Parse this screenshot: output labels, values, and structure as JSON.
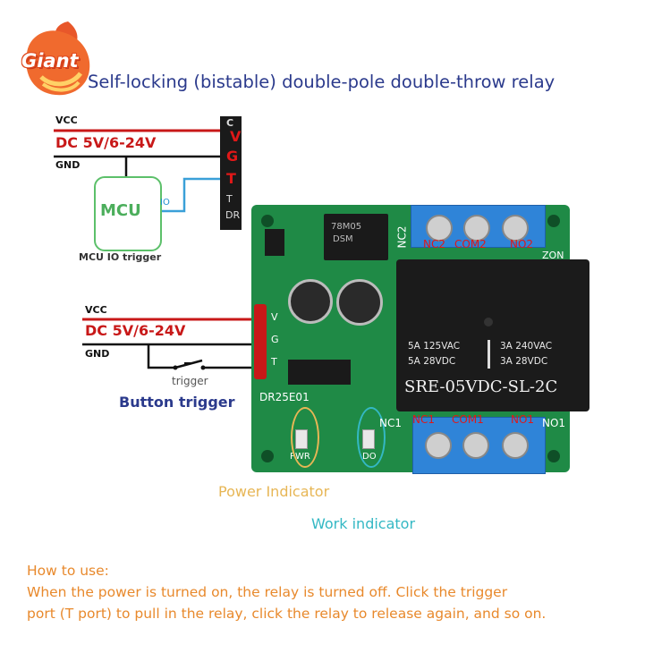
{
  "brand": {
    "logo_text": "Giant"
  },
  "title": "Self-locking (bistable) double-pole double-throw relay",
  "mcu_wiring": {
    "vcc_label": "VCC",
    "supply_label": "DC 5V/6-24V",
    "gnd_label": "GND",
    "mcu_label": "MCU",
    "io_label": "IO",
    "caption": "MCU IO trigger"
  },
  "header_pins": {
    "v": "V",
    "g": "G",
    "t": "T",
    "top_c": "C",
    "tt": "T",
    "dr": "DR"
  },
  "button_wiring": {
    "vcc_label": "VCC",
    "supply_label": "DC 5V/6-24V",
    "gnd_label": "GND",
    "switch_label": "trigger",
    "caption": "Button trigger"
  },
  "board": {
    "regulator_text": "78M05",
    "regulator_sub": "DSM",
    "board_id": "DR25E01",
    "pwr_label": "PWR",
    "do_label": "DO",
    "nc2_side": "NC2",
    "no1_side": "NO1",
    "nc1_side": "NC1",
    "zon_side": "ZON",
    "top_terminals": [
      "NC2",
      "COM2",
      "NO2"
    ],
    "bottom_terminals": [
      "NC1",
      "COM1",
      "NO1"
    ],
    "pcb_pins": [
      "V",
      "G",
      "T"
    ]
  },
  "relay": {
    "rating_left_1": "5A  125VAC",
    "rating_left_2": "5A  28VDC",
    "rating_right_1": "3A  240VAC",
    "rating_right_2": "3A  28VDC",
    "model": "SRE-05VDC-SL-2C"
  },
  "captions": {
    "power": "Power Indicator",
    "work": "Work indicator"
  },
  "instructions": {
    "heading": "How to use:",
    "line1": "When the power is turned on, the relay is turned off. Click the trigger",
    "line2": "port (T port) to pull in the relay, click the relay to release again, and so on."
  },
  "colors": {
    "title": "#2b3a8c",
    "supply_red": "#c81818",
    "mcu_green": "#5cc06a",
    "io_blue": "#1f8fd0",
    "power_indicator": "#e7b655",
    "work_indicator": "#34b8c4",
    "instructions": "#e8892c",
    "pcb": "#1f8a46",
    "terminal": "#2f84d8"
  }
}
